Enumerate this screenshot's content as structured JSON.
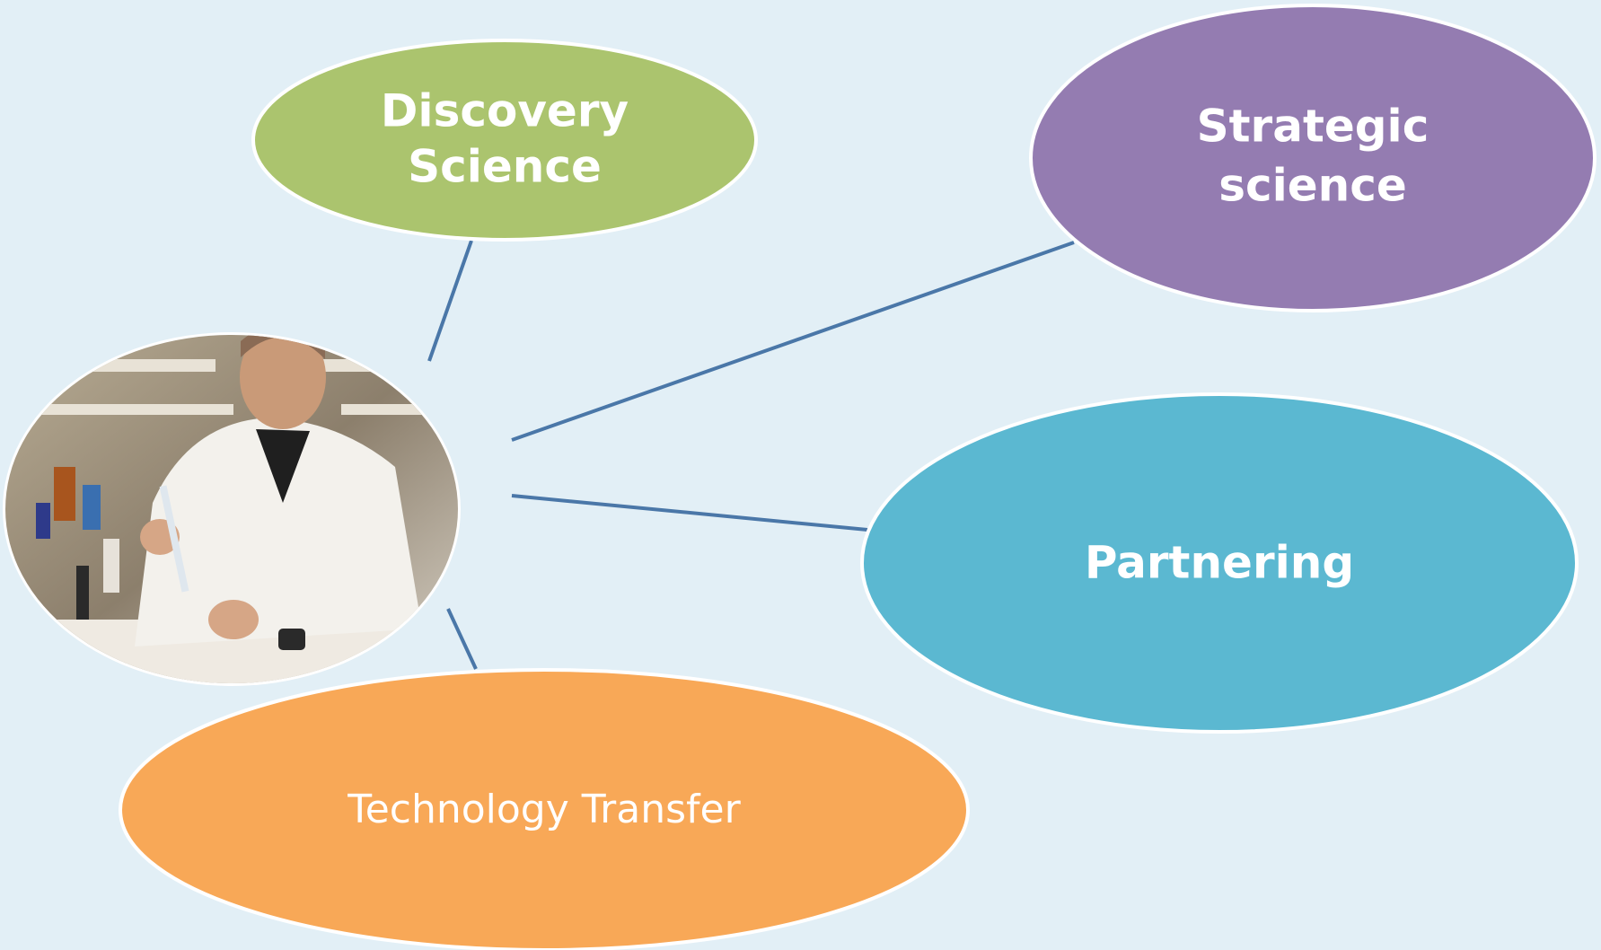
{
  "nodes": {
    "discovery": {
      "lines": [
        "Discovery",
        "Science"
      ],
      "color": "#abc46e"
    },
    "strategic": {
      "lines": [
        "Strategic",
        "science"
      ],
      "color": "#947cb1"
    },
    "partnering": {
      "lines": [
        "Partnering"
      ],
      "color": "#5bb8d1"
    },
    "technology": {
      "lines": [
        "Technology Transfer"
      ],
      "color": "#f8a857"
    }
  },
  "center": {
    "image": "scientist-in-lab-photo"
  },
  "colors": {
    "background": "#e2eff6",
    "connector": "#4a77a8",
    "outline": "#ffffff"
  }
}
